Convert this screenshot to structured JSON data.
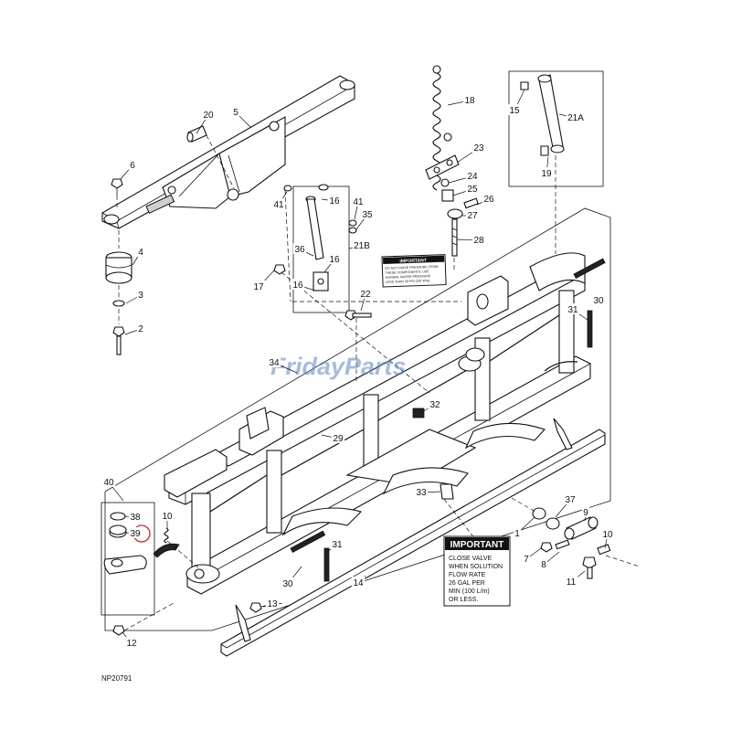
{
  "diagram": {
    "reference_code": "NP20791",
    "watermark": "FridayParts",
    "highlight_color": "#d9232e",
    "watermark_color": "#5b86c8",
    "callouts": [
      {
        "id": "c20",
        "text": "20"
      },
      {
        "id": "c5",
        "text": "5"
      },
      {
        "id": "c6",
        "text": "6"
      },
      {
        "id": "c4",
        "text": "4"
      },
      {
        "id": "c3",
        "text": "3"
      },
      {
        "id": "c2",
        "text": "2"
      },
      {
        "id": "c18",
        "text": "18"
      },
      {
        "id": "c23",
        "text": "23"
      },
      {
        "id": "c24",
        "text": "24"
      },
      {
        "id": "c25",
        "text": "25"
      },
      {
        "id": "c26",
        "text": "26"
      },
      {
        "id": "c27",
        "text": "27"
      },
      {
        "id": "c28",
        "text": "28"
      },
      {
        "id": "c15",
        "text": "15"
      },
      {
        "id": "c21A",
        "text": "21A"
      },
      {
        "id": "c19",
        "text": "19"
      },
      {
        "id": "c41a",
        "text": "41"
      },
      {
        "id": "c16a",
        "text": "16"
      },
      {
        "id": "c41b",
        "text": "41"
      },
      {
        "id": "c35",
        "text": "35"
      },
      {
        "id": "c36",
        "text": "36"
      },
      {
        "id": "c21B",
        "text": "21B"
      },
      {
        "id": "c16b",
        "text": "16"
      },
      {
        "id": "c16c",
        "text": "16"
      },
      {
        "id": "c17",
        "text": "17"
      },
      {
        "id": "c22",
        "text": "22"
      },
      {
        "id": "c30a",
        "text": "30"
      },
      {
        "id": "c31a",
        "text": "31"
      },
      {
        "id": "c34",
        "text": "34"
      },
      {
        "id": "c32",
        "text": "32"
      },
      {
        "id": "c29",
        "text": "29"
      },
      {
        "id": "c33",
        "text": "33"
      },
      {
        "id": "c40",
        "text": "40"
      },
      {
        "id": "c38",
        "text": "38"
      },
      {
        "id": "c39",
        "text": "39"
      },
      {
        "id": "c10a",
        "text": "10"
      },
      {
        "id": "c37",
        "text": "37"
      },
      {
        "id": "c9",
        "text": "9"
      },
      {
        "id": "c1",
        "text": "1"
      },
      {
        "id": "c10b",
        "text": "10"
      },
      {
        "id": "c7",
        "text": "7"
      },
      {
        "id": "c8",
        "text": "8"
      },
      {
        "id": "c11",
        "text": "11"
      },
      {
        "id": "c31b",
        "text": "31"
      },
      {
        "id": "c30b",
        "text": "30"
      },
      {
        "id": "c14",
        "text": "14"
      },
      {
        "id": "c13",
        "text": "13"
      },
      {
        "id": "c12",
        "text": "12"
      }
    ],
    "small_decal": {
      "title": "IMPORTANT",
      "lines": [
        "DO NOT RAISE PRESSURE FROM",
        "THESE COMPONENTS. USE",
        "NORMAL WATER PRESSURE",
        "LESS THAN 30 PSI (207 kPa)."
      ]
    },
    "large_decal": {
      "title": "IMPORTANT",
      "lines": [
        "CLOSE VALVE",
        "WHEN SOLUTION",
        "FLOW RATE",
        "26 GAL PER",
        "MIN (100 L/m)",
        "OR LESS."
      ]
    }
  }
}
